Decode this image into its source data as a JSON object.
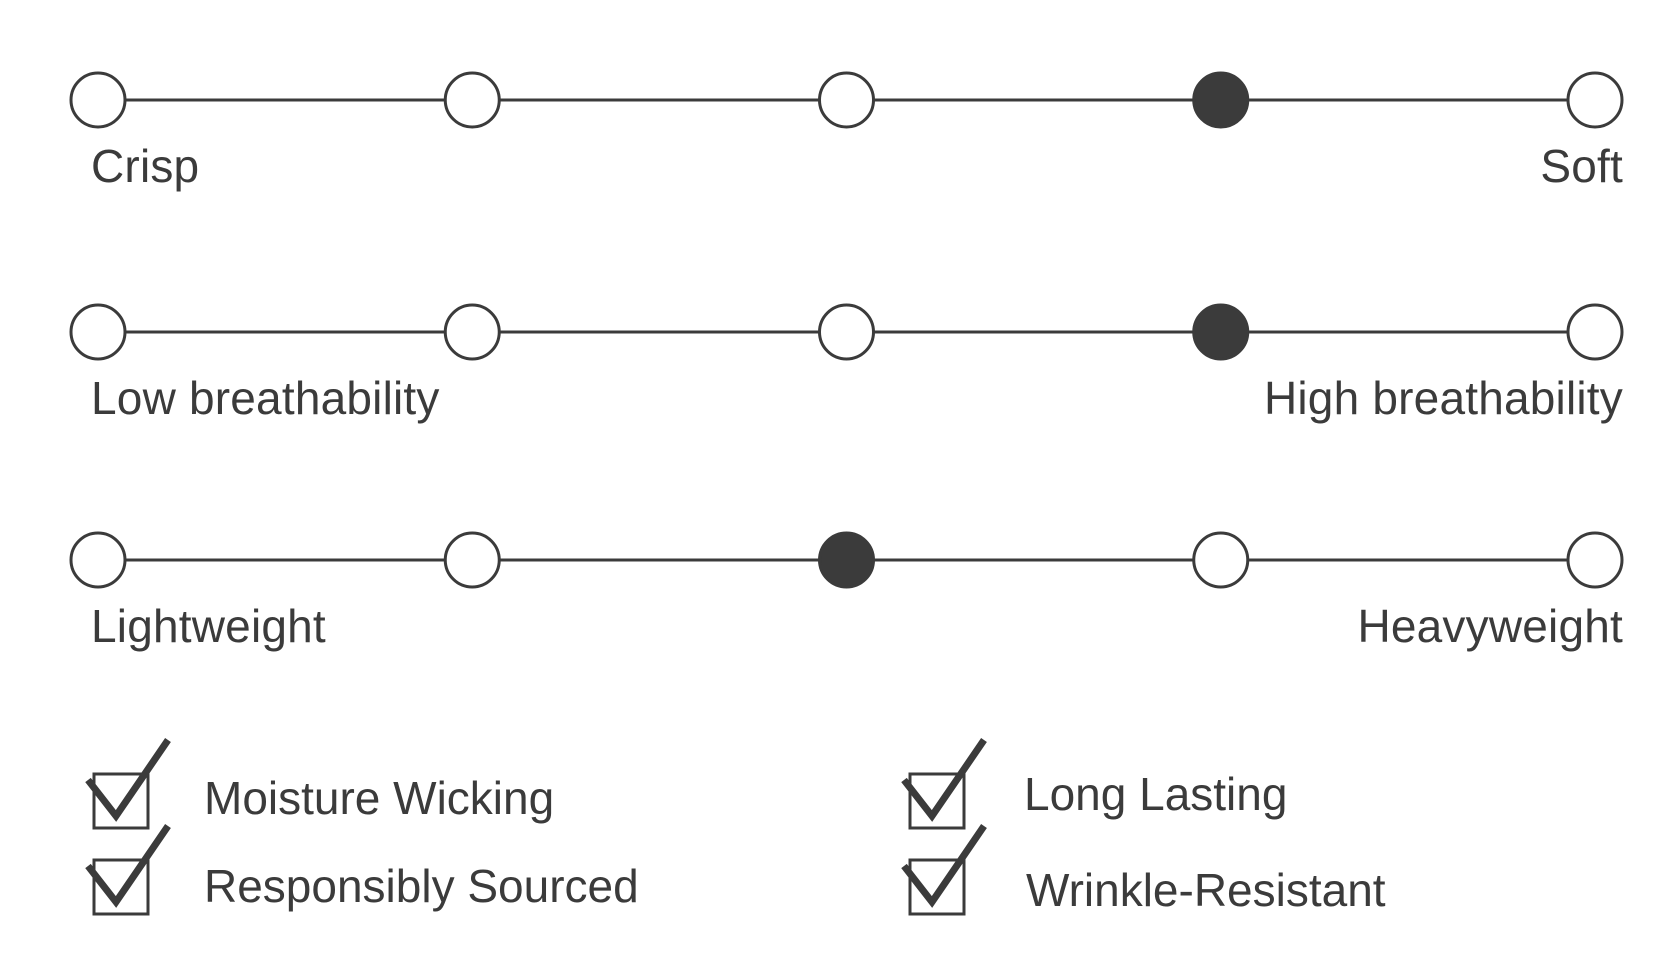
{
  "scales": [
    {
      "left_label": "Crisp",
      "right_label": "Soft",
      "steps": 5,
      "selected_index": 3
    },
    {
      "left_label": "Low breathability",
      "right_label": "High breathability",
      "steps": 5,
      "selected_index": 3
    },
    {
      "left_label": "Lightweight",
      "right_label": "Heavyweight",
      "steps": 5,
      "selected_index": 2
    }
  ],
  "features": [
    {
      "label": "Moisture Wicking",
      "checked": true
    },
    {
      "label": "Long Lasting",
      "checked": true
    },
    {
      "label": "Responsibly Sourced",
      "checked": true
    },
    {
      "label": "Wrinkle-Resistant",
      "checked": true
    }
  ],
  "colors": {
    "ink": "#3b3b3b",
    "background": "#ffffff"
  }
}
